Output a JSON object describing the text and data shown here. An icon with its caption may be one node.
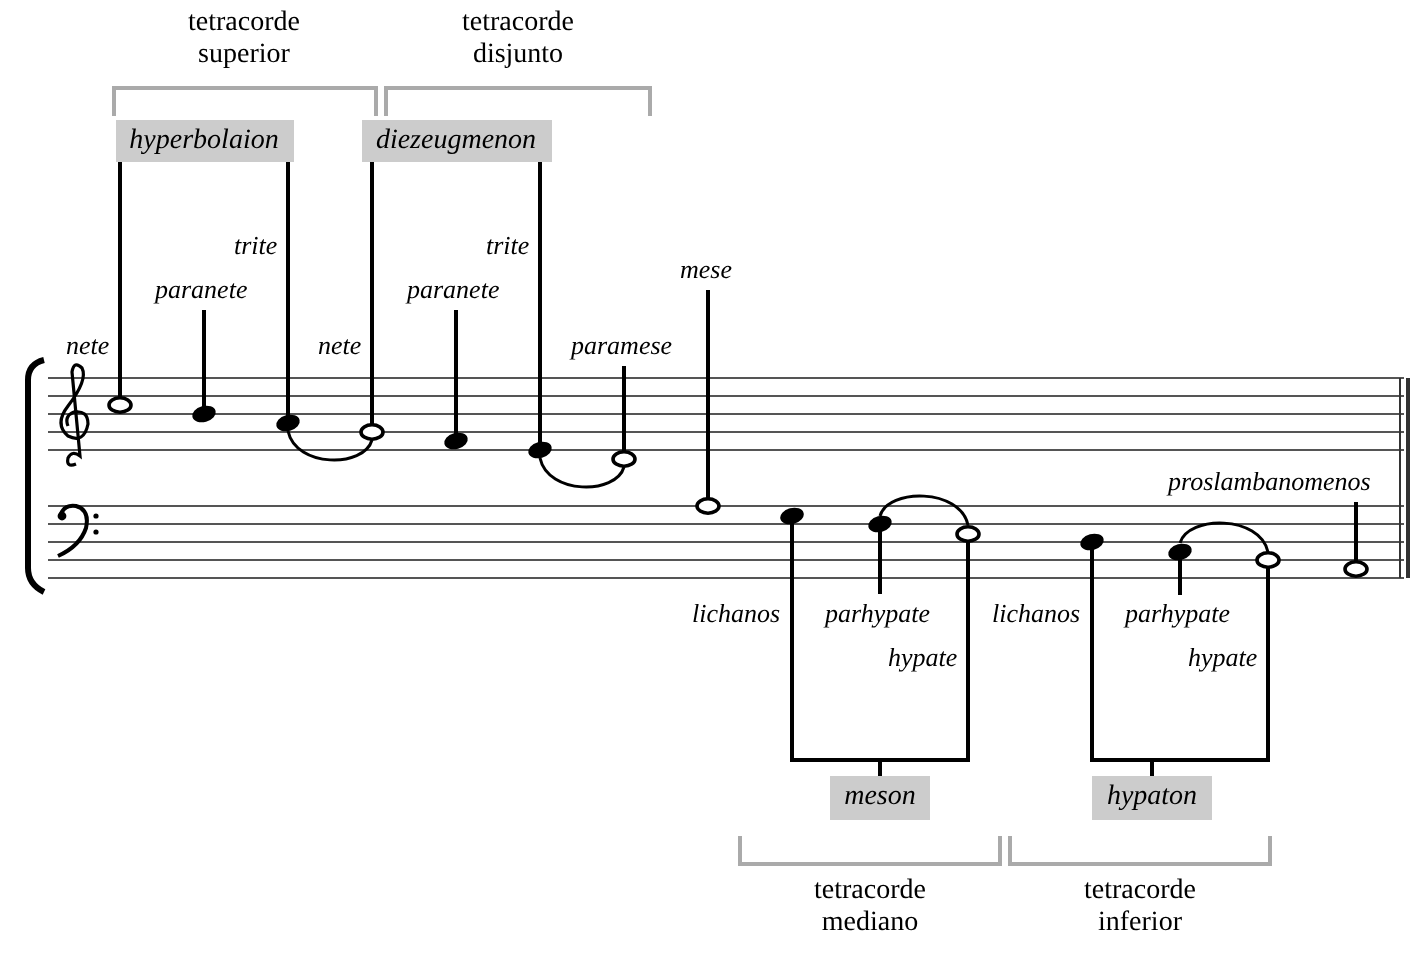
{
  "diagram": {
    "nodes": [
      {
        "text": [
          "hyperbolaion"
        ]
      },
      {
        "text": [
          "diezeugmenon"
        ]
      },
      {
        "text": [
          "meson"
        ]
      },
      {
        "text": [
          "hypaton"
        ]
      },
      {
        "text": [],
        "shape": "circle",
        "beside": [
          "nete"
        ]
      },
      {
        "text": [],
        "shape": "circle",
        "beside": [
          "paranete"
        ]
      },
      {
        "text": [],
        "shape": "circle",
        "beside": [
          "trite"
        ]
      },
      {
        "text": [],
        "shape": "circle",
        "beside": [
          "nete"
        ]
      },
      {
        "text": [],
        "shape": "circle",
        "beside": [
          "paranete"
        ]
      },
      {
        "text": [],
        "shape": "circle",
        "beside": [
          "trite"
        ]
      },
      {
        "text": [],
        "shape": "circle",
        "beside": [
          "paramese"
        ]
      },
      {
        "text": [],
        "shape": "circle",
        "beside": [
          "mese"
        ]
      },
      {
        "text": [],
        "shape": "circle",
        "beside": [
          "lichanos"
        ]
      },
      {
        "text": [],
        "shape": "circle",
        "beside": [
          "parhypate"
        ]
      },
      {
        "text": [],
        "shape": "circle",
        "beside": [
          "hypate"
        ]
      },
      {
        "text": [],
        "shape": "circle",
        "beside": [
          "lichanos"
        ]
      },
      {
        "text": [],
        "shape": "circle",
        "beside": [
          "parhypate"
        ]
      },
      {
        "text": [],
        "shape": "circle",
        "beside": [
          "hypate"
        ]
      },
      {
        "text": [],
        "shape": "circle",
        "beside": [
          "proslambanomenos"
        ]
      }
    ],
    "edges": [
      {
        "from": 0,
        "to": 4,
        "arrow": "none"
      },
      {
        "from": 0,
        "to": 6,
        "arrow": "none"
      },
      {
        "from": 1,
        "to": 7,
        "arrow": "none"
      },
      {
        "from": 1,
        "to": 9,
        "arrow": "none"
      },
      {
        "from": 2,
        "to": 12,
        "arrow": "none"
      },
      {
        "from": 2,
        "to": 14,
        "arrow": "none"
      },
      {
        "from": 3,
        "to": 15,
        "arrow": "none"
      },
      {
        "from": 3,
        "to": 17,
        "arrow": "none"
      },
      {
        "from": 6,
        "to": 7,
        "arrow": "none"
      },
      {
        "from": 9,
        "to": 10,
        "arrow": "none"
      },
      {
        "from": 13,
        "to": 14,
        "arrow": "none"
      },
      {
        "from": 16,
        "to": 17,
        "arrow": "none"
      }
    ],
    "labels": [
      "tetracorde superior",
      "tetracorde disjunto",
      "tetracorde mediano",
      "tetracorde inferior"
    ]
  }
}
